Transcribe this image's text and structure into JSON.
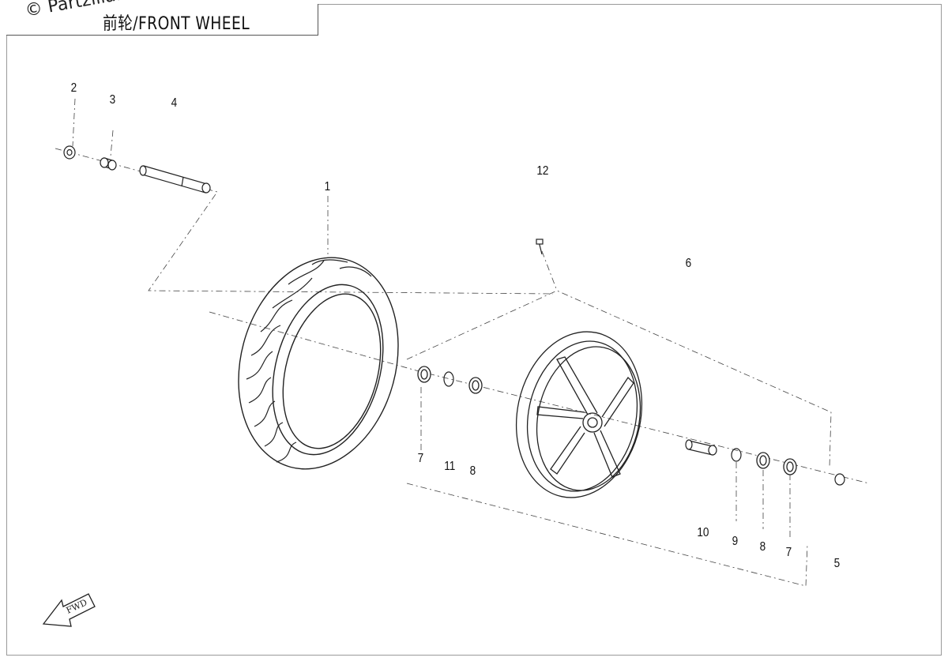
{
  "watermark": "© Partzilla.com",
  "title": "前轮/FRONT WHEEL",
  "fwd_label": "FWD",
  "callouts": [
    {
      "id": "c2",
      "label": "2"
    },
    {
      "id": "c3",
      "label": "3"
    },
    {
      "id": "c4",
      "label": "4"
    },
    {
      "id": "c1",
      "label": "1"
    },
    {
      "id": "c12",
      "label": "12"
    },
    {
      "id": "c6",
      "label": "6"
    },
    {
      "id": "c7a",
      "label": "7"
    },
    {
      "id": "c11",
      "label": "11"
    },
    {
      "id": "c8a",
      "label": "8"
    },
    {
      "id": "c10",
      "label": "10"
    },
    {
      "id": "c9",
      "label": "9"
    },
    {
      "id": "c8b",
      "label": "8"
    },
    {
      "id": "c7b",
      "label": "7"
    },
    {
      "id": "c5",
      "label": "5"
    }
  ]
}
